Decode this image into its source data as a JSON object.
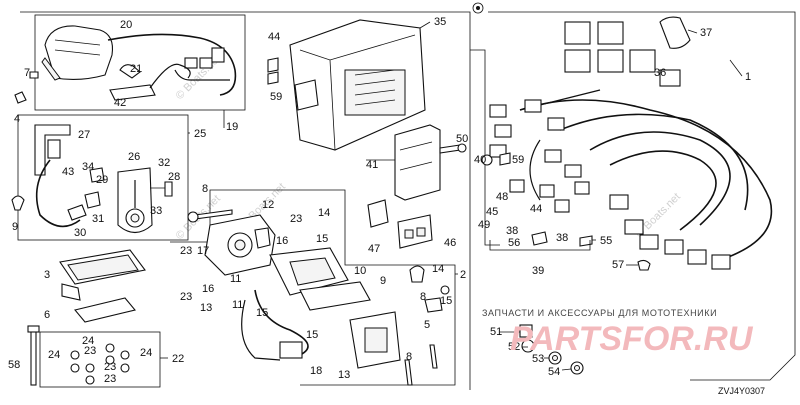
{
  "diagram": {
    "code": "ZVJ4Y0307",
    "watermark_text": "© Boats.net",
    "banner_text": "ЗАПЧАСТИ И АКСЕССУАРЫ ДЛЯ МОТОТЕХНИКИ",
    "logo_text": "PARTSFOR.RU",
    "callouts": [
      "1",
      "2",
      "3",
      "4",
      "5",
      "6",
      "7",
      "8",
      "8",
      "8",
      "9",
      "9",
      "10",
      "11",
      "11",
      "12",
      "13",
      "13",
      "14",
      "14",
      "15",
      "15",
      "15",
      "15",
      "16",
      "16",
      "17",
      "18",
      "19",
      "20",
      "21",
      "22",
      "23",
      "23",
      "23",
      "23",
      "23",
      "23",
      "24",
      "24",
      "24",
      "25",
      "26",
      "27",
      "28",
      "29",
      "30",
      "31",
      "32",
      "33",
      "34",
      "35",
      "36",
      "37",
      "38",
      "38",
      "39",
      "40",
      "41",
      "42",
      "43",
      "44",
      "44",
      "45",
      "46",
      "47",
      "48",
      "49",
      "50",
      "51",
      "52",
      "53",
      "54",
      "55",
      "56",
      "57",
      "58",
      "59",
      "59"
    ]
  }
}
